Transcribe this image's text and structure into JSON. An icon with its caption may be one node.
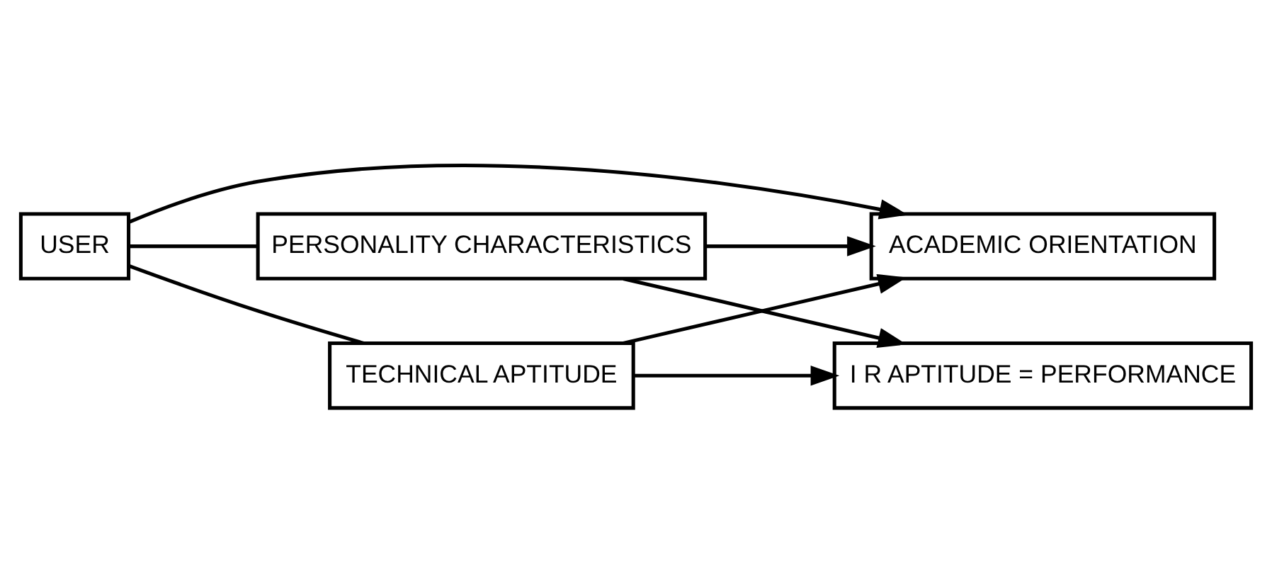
{
  "diagram": {
    "nodes": [
      {
        "text": [
          "USER"
        ]
      },
      {
        "text": [
          "TECHNICAL APTITUDE"
        ]
      },
      {
        "text": [
          "ACADEMIC ORIENTATION"
        ]
      },
      {
        "text": [
          "PERSONALITY CHARACTERISTICS"
        ]
      },
      {
        "text": [
          "I R APTITUDE = PERFORMANCE"
        ]
      }
    ],
    "edges": [
      {
        "from": 0,
        "to": 1,
        "arrow": "none"
      },
      {
        "from": 0,
        "to": 2,
        "arrow": "to"
      },
      {
        "from": 0,
        "to": 3,
        "arrow": "none"
      },
      {
        "from": 1,
        "to": 2,
        "arrow": "to"
      },
      {
        "from": 3,
        "to": 2,
        "arrow": "to"
      },
      {
        "from": 1,
        "to": 4,
        "arrow": "to"
      },
      {
        "from": 3,
        "to": 4,
        "arrow": "to"
      }
    ]
  }
}
